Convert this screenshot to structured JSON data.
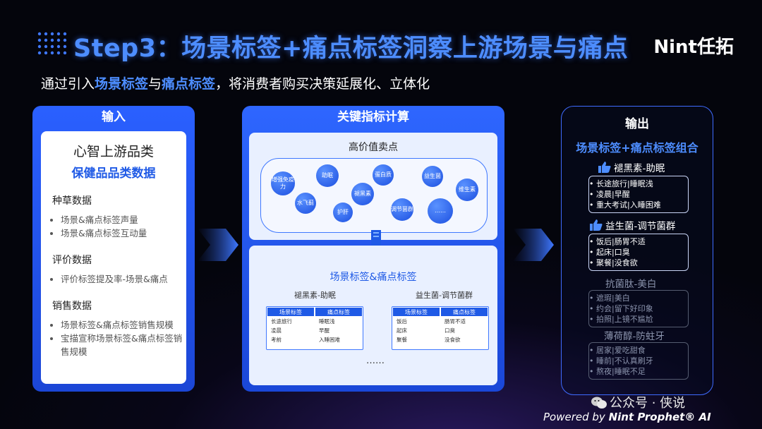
{
  "header": {
    "title": "Step3：场景标签+痛点标签洞察上游场景与痛点",
    "brand": "Nint任拓",
    "subtitle_pre": "通过引入",
    "subtitle_hl1": "场景标签",
    "subtitle_mid": "与",
    "subtitle_hl2": "痛点标签",
    "subtitle_post": "，将消费者购买决策延展化、立体化"
  },
  "input": {
    "heading": "输入",
    "title": "心智上游品类",
    "subtitle": "保健品品类数据",
    "sections": [
      {
        "name": "种草数据",
        "items": [
          "场景&痛点标签声量",
          "场景&痛点标签互动量"
        ]
      },
      {
        "name": "评价数据",
        "items": [
          "评价标签提及率-场景&痛点"
        ]
      },
      {
        "name": "销售数据",
        "items": [
          "场景标签&痛点标签销售规模",
          "宝描宣称场景标签&痛点标签销售规模"
        ]
      }
    ]
  },
  "middle": {
    "heading": "关键指标计算",
    "top_label": "高价值卖点",
    "bubbles": [
      "增强免疫力",
      "助眠",
      "蛋白质",
      "益生菌",
      "维生素",
      "褪黑素",
      "水飞蓟",
      "护肝",
      "调节菌群",
      "……"
    ],
    "bottom_label": "场景标签&痛点标签",
    "combos": [
      {
        "name": "褪黑素-助眠",
        "h1": "场景标签",
        "h2": "痛点标签",
        "c1": [
          "长途旅行",
          "凌晨",
          "考前"
        ],
        "c2": [
          "睡眠浅",
          "早醒",
          "入睡困难"
        ]
      },
      {
        "name": "益生菌-调节菌群",
        "h1": "场景标签",
        "h2": "痛点标签",
        "c1": [
          "饭后",
          "起床",
          "聚餐"
        ],
        "c2": [
          "肠胃不适",
          "口臭",
          "没食欲"
        ]
      }
    ],
    "ellipsis": "……"
  },
  "output": {
    "heading": "输出",
    "subtitle": "场景标签+痛点标签组合",
    "groups": [
      {
        "title": "褪黑素-助眠",
        "items": [
          "长途旅行|睡眠浅",
          "凌晨|早醒",
          "重大考试|入睡困难"
        ]
      },
      {
        "title": "益生菌-调节菌群",
        "items": [
          "饭后|肠胃不适",
          "起床|口臭",
          "聚餐|没食欲"
        ]
      },
      {
        "title": "抗菌肽-美白",
        "items": [
          "遮瑕|美白",
          "约会|留下好印象",
          "拍照|上镜不尴尬"
        ]
      },
      {
        "title": "薄荷醇-防蛀牙",
        "items": [
          "居家|爱吃甜食",
          "睡前|不认真刷牙",
          "熬夜|睡眠不足"
        ]
      }
    ]
  },
  "footer": {
    "wechat": "公众号 · 侠说",
    "powered_pre": "Powered by ",
    "powered_brand": "Nint Prophet® AI"
  }
}
